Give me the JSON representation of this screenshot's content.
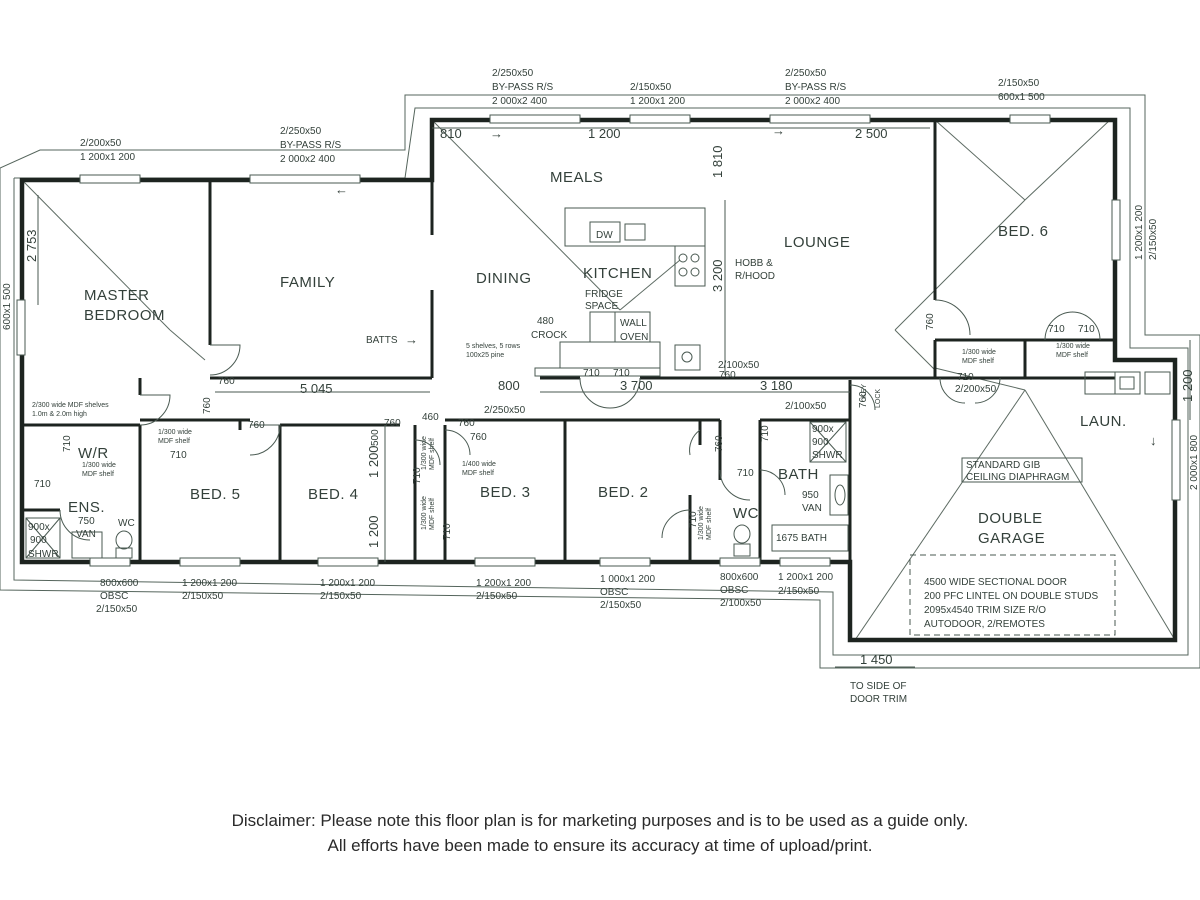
{
  "rooms": {
    "master": [
      "MASTER",
      "BEDROOM"
    ],
    "family": "FAMILY",
    "meals": "MEALS",
    "dining": "DINING",
    "kitchen": "KITCHEN",
    "lounge": "LOUNGE",
    "bed6": "BED. 6",
    "wr": "W/R",
    "ens": "ENS.",
    "bed5": "BED. 5",
    "bed4": "BED. 4",
    "bed3": "BED. 3",
    "bed2": "BED. 2",
    "bath": "BATH",
    "wc": "WC",
    "laun": "LAUN.",
    "garage": [
      "DOUBLE",
      "GARAGE"
    ]
  },
  "fixtures": {
    "dw": "DW",
    "fridge": [
      "FRIDGE",
      "SPACE"
    ],
    "hobb": [
      "HOBB &",
      "R/HOOD"
    ],
    "crock": [
      "480",
      "CROCK"
    ],
    "wall_oven": [
      "WALL",
      "OVEN"
    ],
    "batts": "BATTS",
    "shelves": [
      "5 shelves, 5 rows",
      "100x25 pine"
    ],
    "ens_van": [
      "750",
      "VAN"
    ],
    "ens_wc": "WC",
    "ens_shwr": [
      "900x",
      "900",
      "SHWR"
    ],
    "bath_shwr": [
      "900x",
      "900",
      "SHWR"
    ],
    "bath_van": [
      "950",
      "VAN"
    ],
    "bath_tub": "1675 BATH",
    "key_lock": [
      "KEY",
      "LOCK"
    ],
    "gib": [
      "STANDARD GIB",
      "CEILING DIAPHRAGM"
    ],
    "wr_shelves": [
      "2/300 wide MDF shelves",
      "1.0m & 2.0m high"
    ],
    "wr_shelf": [
      "1/300 wide",
      "MDF shelf"
    ],
    "bed5_shelf": [
      "1/300 wide",
      "MDF shelf"
    ],
    "bed3_shelf": [
      "1/400 wide",
      "MDF shelf"
    ],
    "bed6_shelf_a": [
      "1/300 wide",
      "MDF shelf"
    ],
    "bed6_shelf_b": [
      "1/300 wide",
      "MDF shelf"
    ],
    "linen_a": [
      "1/300 wide",
      "MDF shelf"
    ],
    "linen_b": [
      "1/300 wide",
      "MDF shelf"
    ],
    "linen_c": [
      "1/300 wide",
      "MDF shelf"
    ],
    "garage_notes": [
      "4500 WIDE SECTIONAL DOOR",
      "200 PFC LINTEL ON DOUBLE STUDS",
      "2095x4540 TRIM SIZE R/O",
      "AUTODOOR, 2/REMOTES"
    ],
    "to_side": [
      "TO SIDE OF",
      "DOOR TRIM"
    ]
  },
  "windows": {
    "top1": [
      "2/250x50",
      "BY-PASS R/S",
      "2 000x2 400"
    ],
    "top2": [
      "2/150x50",
      "1 200x1 200"
    ],
    "top3": [
      "2/250x50",
      "BY-PASS R/S",
      "2 000x2 400"
    ],
    "top4": [
      "2/150x50",
      "600x1 500"
    ],
    "fam1": [
      "2/200x50",
      "1 200x1 200"
    ],
    "fam2": [
      "2/250x50",
      "BY-PASS R/S",
      "2 000x2 400"
    ],
    "left": "600x1 500",
    "right1": [
      "1 200x1 200",
      "2/150x50"
    ],
    "right2": "2 000x1 800",
    "b1": [
      "800x600",
      "OBSC",
      "2/150x50"
    ],
    "b2": [
      "1 200x1 200",
      "2/150x50"
    ],
    "b3": [
      "1 200x1 200",
      "2/150x50"
    ],
    "b4": [
      "1 200x1 200",
      "2/150x50"
    ],
    "b5": [
      "1 000x1 200",
      "OBSC",
      "2/150x50"
    ],
    "b6": [
      "800x600",
      "OBSC",
      "2/100x50"
    ],
    "b7": [
      "1 200x1 200",
      "2/150x50"
    ],
    "lintel1": "2/100x50",
    "lintel2": "2/100x50",
    "lintel3": "2/250x50",
    "lintel4": "2/200x50"
  },
  "dims": {
    "d810": "810",
    "d1200": "1 200",
    "d2500": "2 500",
    "d1810": "1 810",
    "d2753": "2 753",
    "d3200": "3 200",
    "d5045": "5 045",
    "d800": "800",
    "d3700": "3 700",
    "d3180": "3 180",
    "d1450": "1 450",
    "d1200r": "1 200",
    "d1200a": "1 200",
    "d1200b": "1 200",
    "d500": "500",
    "d460": "460",
    "doors": [
      "760",
      "760",
      "760",
      "760",
      "760",
      "760",
      "760",
      "760",
      "710",
      "710",
      "710",
      "710",
      "710",
      "710",
      "710",
      "710",
      "710",
      "710",
      "710",
      "710",
      "710",
      "760",
      "760"
    ]
  },
  "disclaimer": {
    "line1": "Disclaimer: Please note this floor plan is for marketing purposes and is to be used as a guide only.",
    "line2": "All efforts have been made to ensure its accuracy at time of upload/print."
  }
}
